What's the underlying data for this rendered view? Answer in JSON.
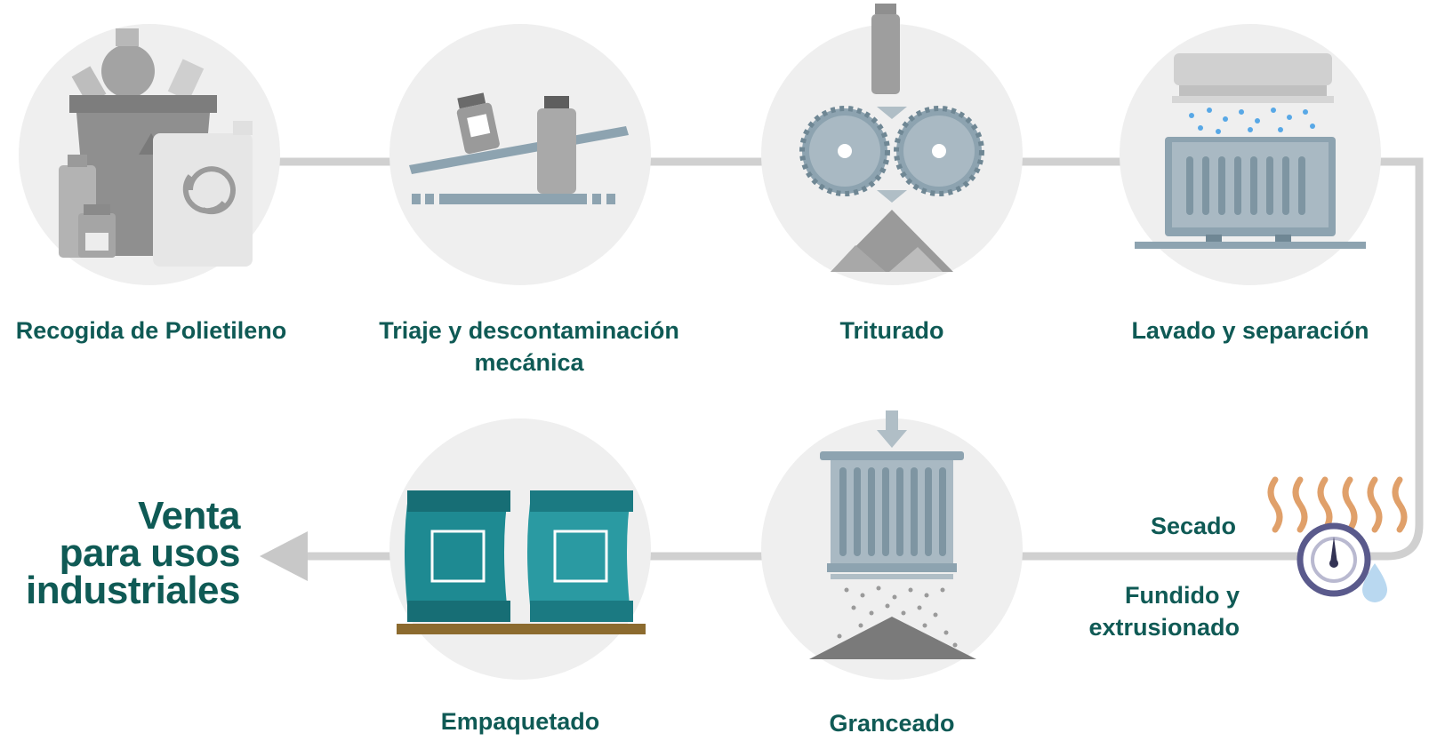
{
  "steps": [
    {
      "id": "recogida",
      "label": "Recogida de Polietileno",
      "icon": "garbage-bin-bottles-icon"
    },
    {
      "id": "triaje",
      "label_line1": "Triaje y descontaminación",
      "label_line2": "mecánica",
      "icon": "conveyor-belt-bottles-icon"
    },
    {
      "id": "triturado",
      "label": "Triturado",
      "icon": "shredder-blades-icon"
    },
    {
      "id": "lavado",
      "label": "Lavado y separación",
      "icon": "washing-tank-icon"
    },
    {
      "id": "secado",
      "label": "Secado",
      "icon": "heat-waves-icon"
    },
    {
      "id": "fundido",
      "label_line1": "Fundido y",
      "label_line2": "extrusionado",
      "icon": "gauge-drop-icon"
    },
    {
      "id": "granceado",
      "label": "Granceado",
      "icon": "pelletizer-icon"
    },
    {
      "id": "empaquetado",
      "label": "Empaquetado",
      "icon": "bags-on-pallet-icon"
    }
  ],
  "result": {
    "line1": "Venta",
    "line2": "para usos",
    "line3": "industriales",
    "icon": "arrow-left-icon"
  },
  "colors": {
    "text": "#0f5a55",
    "circle": "#efefef",
    "connector": "#d0d0d0",
    "grey_dark": "#8f8f8f",
    "grey_light": "#b5b5b5",
    "steel": "#8da3b0",
    "teal": "#1e8a92",
    "heat": "#e0a06a",
    "water": "#58a8e6",
    "gauge": "#5a5a8c",
    "pallet": "#8c6b2f"
  }
}
